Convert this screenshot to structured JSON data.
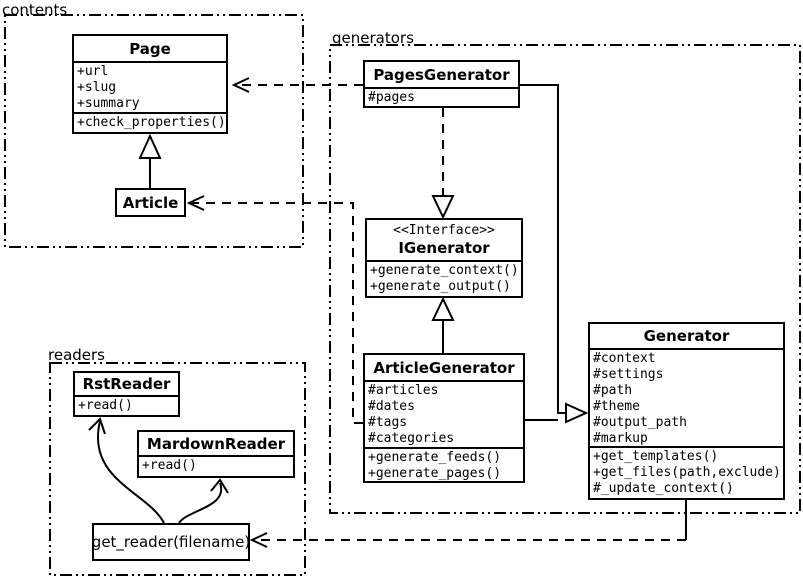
{
  "colors": {
    "background": "#ffffff",
    "line": "#000000",
    "text": "#000000"
  },
  "packages": {
    "contents": {
      "label": "contents"
    },
    "generators": {
      "label": "generators"
    },
    "readers": {
      "label": "readers"
    }
  },
  "classes": {
    "page": {
      "name": "Page",
      "attributes": [
        "+url",
        "+slug",
        "+summary"
      ],
      "methods": [
        "+check_properties()"
      ]
    },
    "article": {
      "name": "Article"
    },
    "pages_generator": {
      "name": "PagesGenerator",
      "attributes": [
        "#pages"
      ]
    },
    "igenerator": {
      "stereotype": "<<Interface>>",
      "name": "IGenerator",
      "methods": [
        "+generate_context()",
        "+generate_output()"
      ]
    },
    "article_generator": {
      "name": "ArticleGenerator",
      "attributes": [
        "#articles",
        "#dates",
        "#tags",
        "#categories"
      ],
      "methods": [
        "+generate_feeds()",
        "+generate_pages()"
      ]
    },
    "generator": {
      "name": "Generator",
      "attributes": [
        "#context",
        "#settings",
        "#path",
        "#theme",
        "#output_path",
        "#markup"
      ],
      "methods": [
        "+get_templates()",
        "+get_files(path,exclude)",
        "#_update_context()"
      ]
    },
    "rst_reader": {
      "name": "RstReader",
      "methods": [
        "+read()"
      ]
    },
    "mardown_reader": {
      "name": "MardownReader",
      "methods": [
        "+read()"
      ]
    }
  },
  "nodes": {
    "get_reader": {
      "label": "get_reader(filename)"
    }
  },
  "relationships": [
    {
      "from": "Article",
      "to": "Page",
      "type": "generalization"
    },
    {
      "from": "PagesGenerator",
      "to": "Page",
      "type": "dependency"
    },
    {
      "from": "ArticleGenerator",
      "to": "Article",
      "type": "dependency"
    },
    {
      "from": "PagesGenerator",
      "to": "IGenerator",
      "type": "realization"
    },
    {
      "from": "ArticleGenerator",
      "to": "IGenerator",
      "type": "generalization"
    },
    {
      "from": "PagesGenerator",
      "to": "Generator",
      "type": "generalization"
    },
    {
      "from": "ArticleGenerator",
      "to": "Generator",
      "type": "generalization"
    },
    {
      "from": "Generator",
      "to": "get_reader(filename)",
      "type": "dependency"
    },
    {
      "from": "get_reader(filename)",
      "to": "RstReader",
      "type": "association"
    },
    {
      "from": "get_reader(filename)",
      "to": "MardownReader",
      "type": "association"
    }
  ]
}
